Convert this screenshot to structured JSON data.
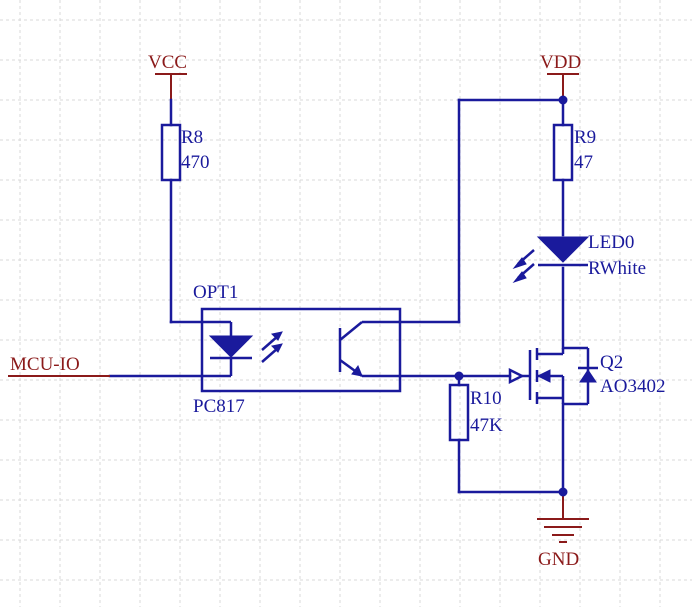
{
  "power": {
    "vcc": "VCC",
    "vdd": "VDD",
    "gnd": "GND"
  },
  "net": {
    "input": "MCU-IO"
  },
  "r8": {
    "ref": "R8",
    "value": "470"
  },
  "r9": {
    "ref": "R9",
    "value": "47"
  },
  "r10": {
    "ref": "R10",
    "value": "47K"
  },
  "led": {
    "ref": "LED0",
    "value": "RWhite"
  },
  "opt": {
    "ref": "OPT1",
    "part": "PC817"
  },
  "q2": {
    "ref": "Q2",
    "part": "AO3402"
  },
  "colors": {
    "wire": "#1a1a9c",
    "power": "#8b1a1a",
    "grid": "#d9d9d9"
  }
}
